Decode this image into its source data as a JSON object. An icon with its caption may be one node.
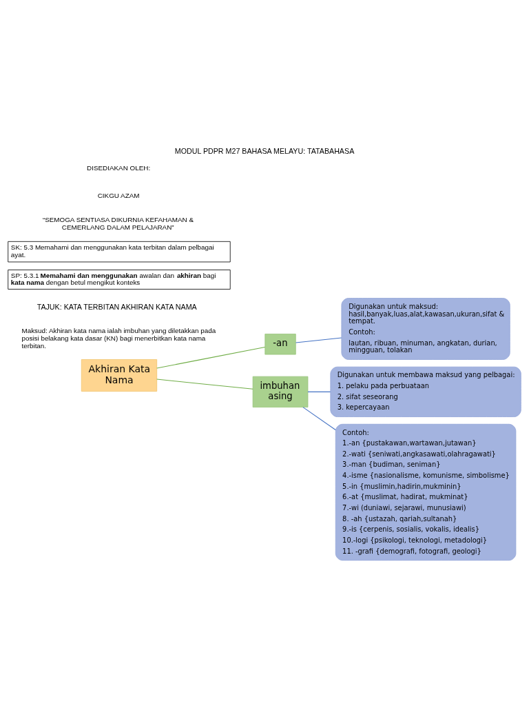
{
  "diagram": {
    "title": "MODUL PDPR M27 BAHASA MELAYU: TATABAHASA",
    "nodes": [
      {
        "text": [
          "Akhiran Kata Nama"
        ]
      },
      {
        "text": [
          "-an"
        ]
      },
      {
        "text": [
          "Digunakan untuk maksud: hasil,banyak,luas,alat,kawasan,ukuran,sifat & tempat.",
          "Contoh:",
          "lautan, ribuan, minuman, angkatan, durian, mingguan, tolakan"
        ]
      },
      {
        "text": [
          "imbuhan asing"
        ]
      },
      {
        "text": [
          "Digunakan untuk membawa maksud yang pelbagai:",
          "1. pelaku pada perbuataan",
          "2. sifat seseorang",
          "3. kepercayaan"
        ]
      },
      {
        "text": [
          "Contoh:",
          "1.-an {pustakawan,wartawan,jutawan}",
          "2.-wati {seniwati,angkasawati,olahragawati}",
          "3.-man {budiman, seniman}",
          "4.-isme {nasionalisme, komunisme, simbolisme}",
          "5.-in {muslimin,hadirin,mukminin}",
          "6.-at {muslimat, hadirat, mukminat}",
          "7.-wi (duniawi, sejarawi, munusiawi)",
          "8. -ah {ustazah, qariah,sultanah}",
          "9.-is {cerpenis, sosialis, vokalis, idealis}",
          "10.-logi {psikologi, teknologi, metadologi}",
          "11. -grafi {demografi, fotografi, geologi}"
        ]
      }
    ],
    "edges": [
      {
        "from": 0,
        "to": 1,
        "arrow": "none",
        "color": "#70ad47"
      },
      {
        "from": 0,
        "to": 3,
        "arrow": "none",
        "color": "#70ad47"
      },
      {
        "from": 1,
        "to": 2,
        "arrow": "none"
      },
      {
        "from": 3,
        "to": 4,
        "arrow": "none"
      },
      {
        "from": 3,
        "to": 5,
        "arrow": "none"
      }
    ],
    "labels": [
      "DISEDIAKAN OLEH:",
      "CIKGU AZAM",
      "“SEMOGA SENTIASA DIKURNIA KEFAHAMAN & CEMERLANG DALAM PELAJARAN”",
      "SK: 5.3 Memahami dan menggunakan kata terbitan dalam pelbagai ayat.",
      "SP: 5.3.1 **Memahami dan menggunakan** awalan dan **akhiran** bagi **kata nama** dengan betul mengikut konteks",
      "TAJUK: KATA TERBITAN AKHIRAN KATA NAMA",
      "Maksud: Akhiran kata nama ialah imbuhan yang diletakkan pada posisi belakang kata dasar (KN) bagi menerbitkan kata nama terbitan."
    ]
  }
}
